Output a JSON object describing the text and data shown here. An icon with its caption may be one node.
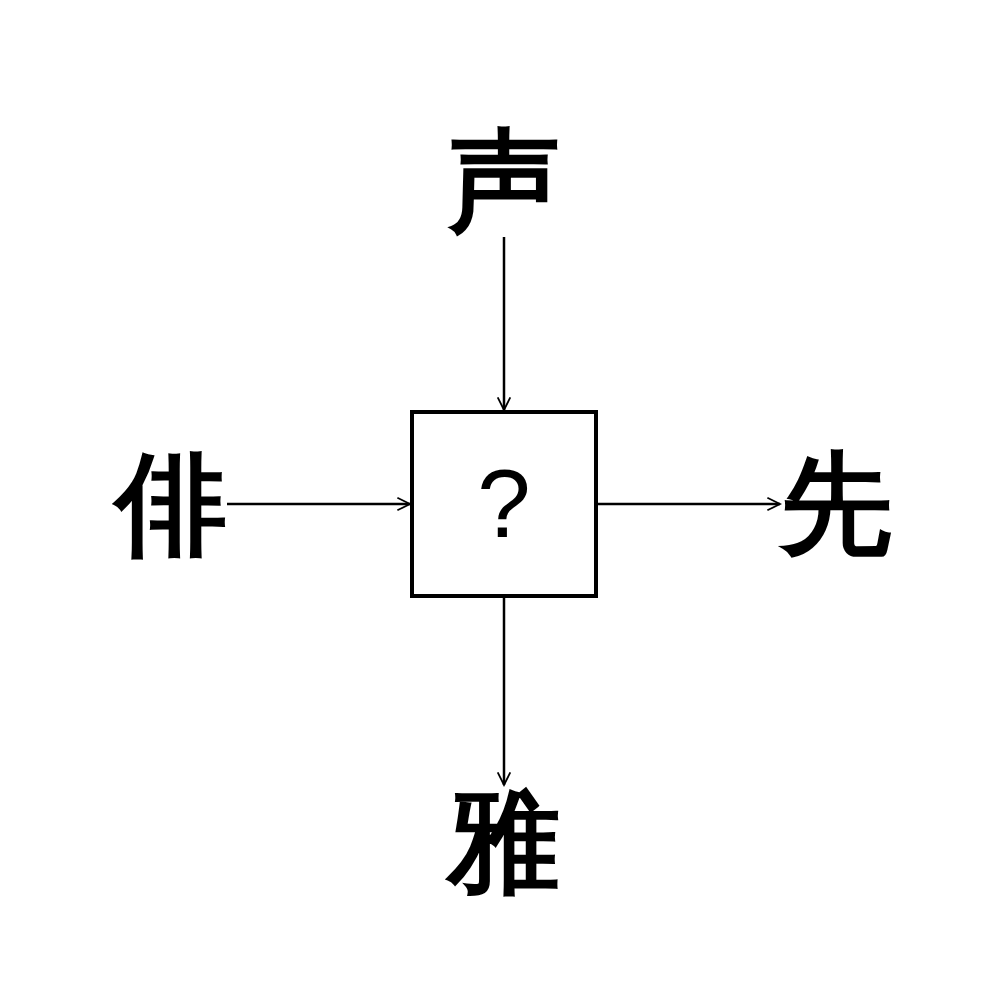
{
  "diagram": {
    "nodes": [
      {
        "text": [
          "声"
        ]
      },
      {
        "text": [
          "俳"
        ]
      },
      {
        "text": [
          "?"
        ]
      },
      {
        "text": [
          "先"
        ]
      },
      {
        "text": [
          "雅"
        ]
      }
    ],
    "edges": [
      {
        "from": 0,
        "to": 2,
        "arrow": "to"
      },
      {
        "from": 1,
        "to": 2,
        "arrow": "to"
      },
      {
        "from": 2,
        "to": 3,
        "arrow": "to"
      },
      {
        "from": 2,
        "to": 4,
        "arrow": "to"
      }
    ]
  }
}
